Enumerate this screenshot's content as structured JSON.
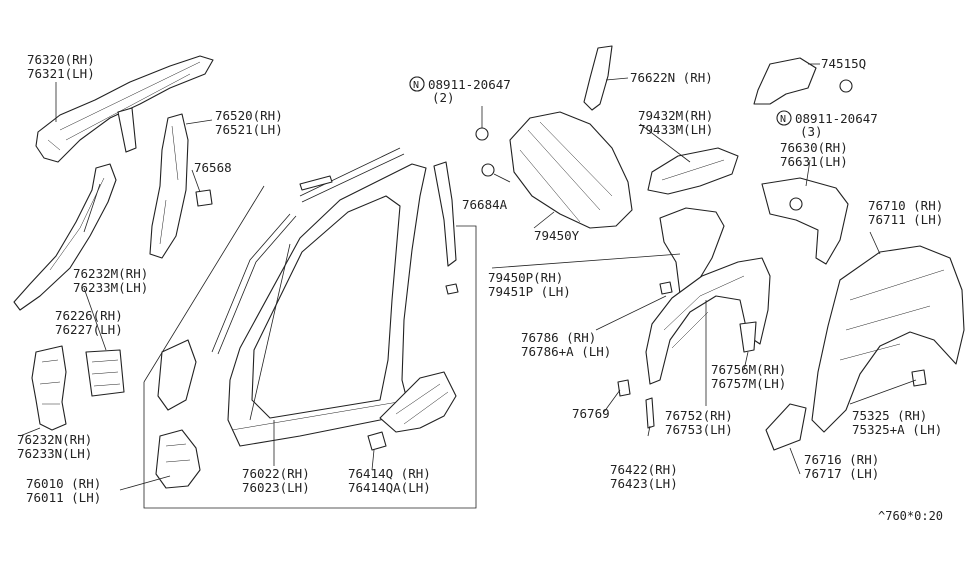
{
  "labels": {
    "p76320": "76320(RH)",
    "p76321": "76321(LH)",
    "p76520": "76520(RH)",
    "p76521": "76521(LH)",
    "p76568": "76568",
    "p76232m": "76232M(RH)",
    "p76233m": "76233M(LH)",
    "p76226": "76226(RH)",
    "p76227": "76227(LH)",
    "p76232n": "76232N(RH)",
    "p76233n": "76233N(LH)",
    "p76010": "76010 (RH)",
    "p76011": "76011 (LH)",
    "p76022": "76022(RH)",
    "p76023": "76023(LH)",
    "p76414q": "76414Q (RH)",
    "p76414qa": "76414QA(LH)",
    "n08911a": "08911-20647",
    "n08911a_qty": "(2)",
    "p76684a": "76684A",
    "p79450y": "79450Y",
    "p76622n": "76622N (RH)",
    "p79432m": "79432M(RH)",
    "p79433m": "79433M(LH)",
    "p79450p": "79450P(RH)",
    "p79451p": "79451P (LH)",
    "p76786": "76786     (RH)",
    "p76786a": "76786+A (LH)",
    "p76769": "76769",
    "p76422": "76422(RH)",
    "p76423": "76423(LH)",
    "p74515q": "74515Q",
    "n08911b": "08911-20647",
    "n08911b_qty": "(3)",
    "p76630": "76630(RH)",
    "p76631": "76631(LH)",
    "p76710": "76710 (RH)",
    "p76711": "76711 (LH)",
    "p76756m": "76756M(RH)",
    "p76757m": "76757M(LH)",
    "p76752": "76752(RH)",
    "p76753": "76753(LH)",
    "p75325": "75325      (RH)",
    "p75325a": "75325+A (LH)",
    "p76716": "76716 (RH)",
    "p76717": "76717 (LH)",
    "nut_symbol": "N",
    "footer_ref": "^760*0:20"
  }
}
